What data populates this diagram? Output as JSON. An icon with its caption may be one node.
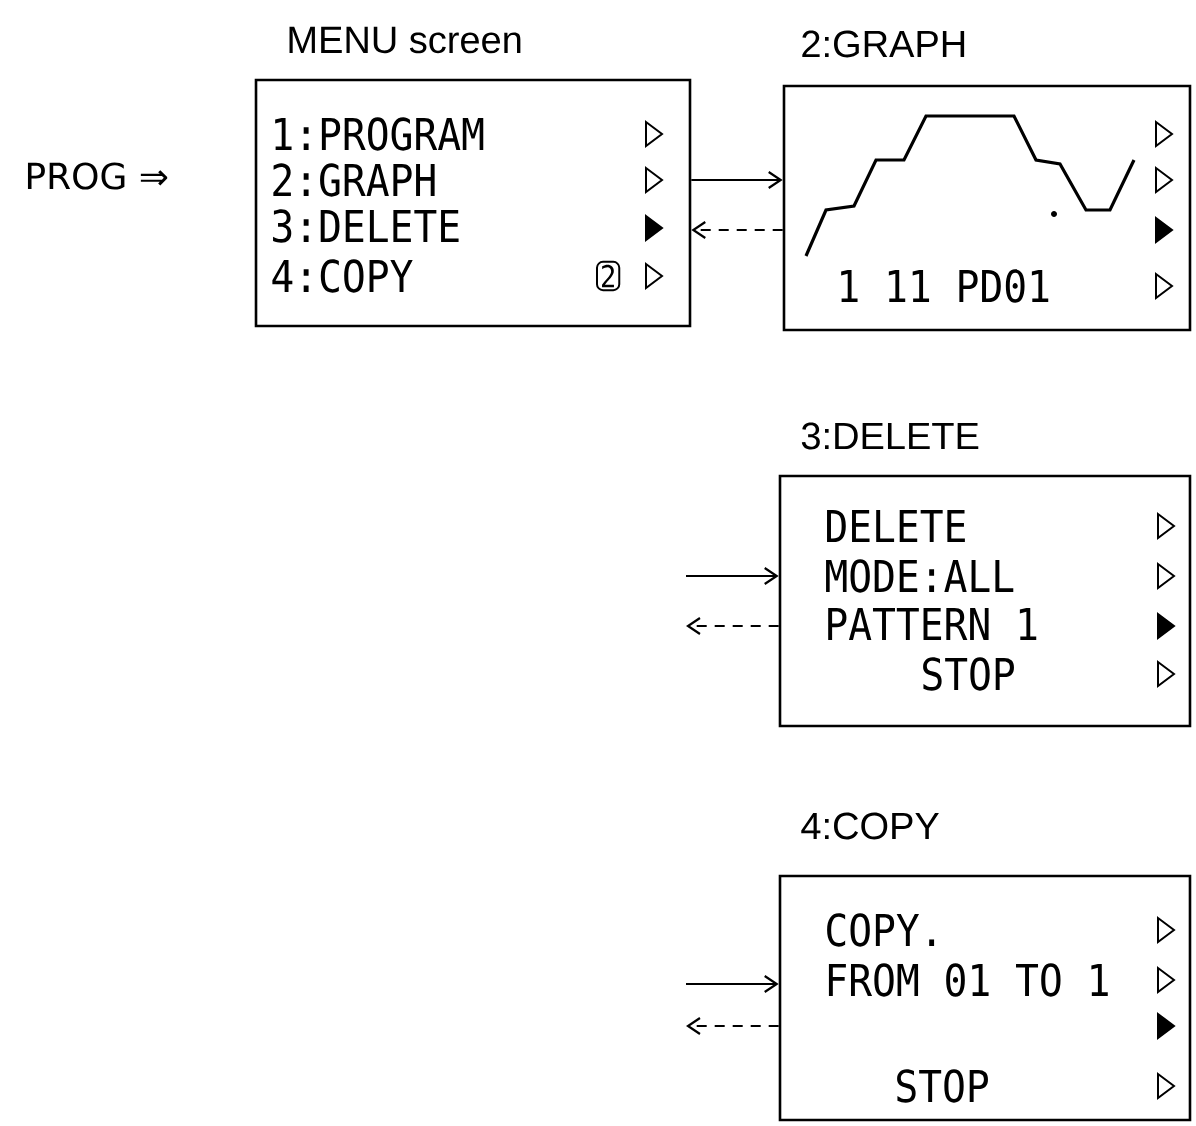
{
  "diagram": {
    "nodes": [
      {
        "text": [
          "MENU screen",
          "1:PROGRAM",
          "2:GRAPH",
          "3:DELETE",
          "4:COPY",
          "2"
        ]
      },
      {
        "text": [
          "2:GRAPH",
          "1 11 PD01"
        ]
      },
      {
        "text": [
          "3:DELETE",
          "DELETE",
          "MODE:ALL",
          "PATTERN 1",
          "STOP"
        ]
      },
      {
        "text": [
          "4:COPY",
          "COPY.",
          "FROM 01 TO 1",
          "STOP"
        ]
      }
    ],
    "edges": [
      {
        "from": 0,
        "to": 1,
        "arrow": "to"
      },
      {
        "from": 1,
        "to": 0,
        "arrow": "to",
        "style": "dashed"
      },
      {
        "from": null,
        "to": 2,
        "arrow": "to"
      },
      {
        "from": 2,
        "to": null,
        "arrow": "to",
        "style": "dashed"
      },
      {
        "from": null,
        "to": 3,
        "arrow": "to"
      },
      {
        "from": 3,
        "to": null,
        "arrow": "to",
        "style": "dashed"
      }
    ],
    "labels": [
      "PROG ⇒"
    ]
  }
}
